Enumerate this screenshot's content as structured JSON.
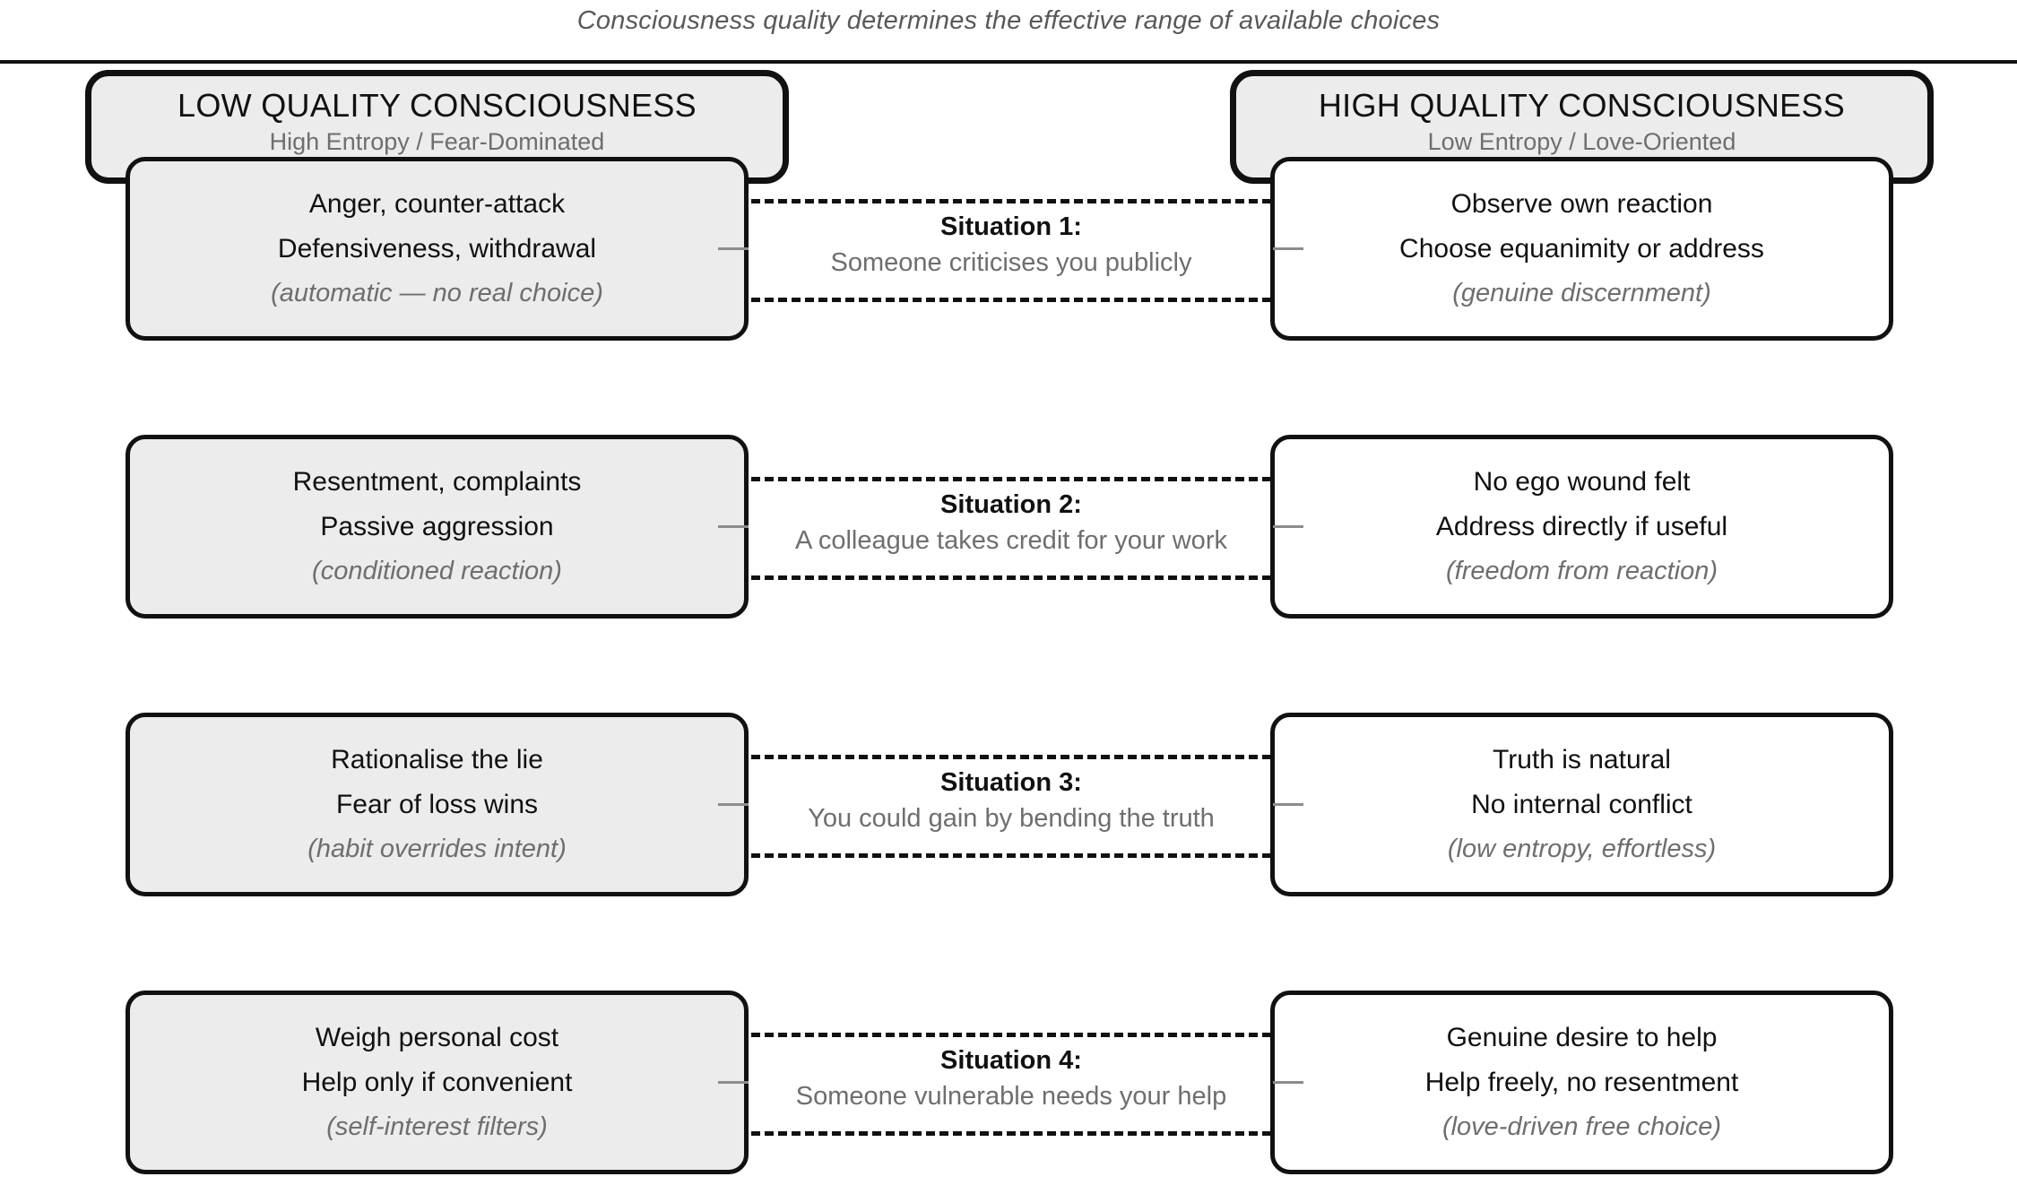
{
  "header": {
    "subtitle": "Consciousness quality determines the effective range of available choices"
  },
  "columns": {
    "low": {
      "title": "LOW QUALITY CONSCIOUSNESS",
      "subtitle": "High Entropy / Fear-Dominated"
    },
    "high": {
      "title": "HIGH QUALITY CONSCIOUSNESS",
      "subtitle": "Low Entropy / Love-Oriented"
    }
  },
  "rows": [
    {
      "situation_title": "Situation 1:",
      "situation_desc": "Someone criticises you publicly",
      "low": {
        "line1": "Anger, counter-attack",
        "line2": "Defensiveness, withdrawal",
        "note": "(automatic — no real choice)"
      },
      "high": {
        "line1": "Observe own reaction",
        "line2": "Choose equanimity or address",
        "note": "(genuine discernment)"
      }
    },
    {
      "situation_title": "Situation 2:",
      "situation_desc": "A colleague takes credit for your work",
      "low": {
        "line1": "Resentment, complaints",
        "line2": "Passive aggression",
        "note": "(conditioned reaction)"
      },
      "high": {
        "line1": "No ego wound felt",
        "line2": "Address directly if useful",
        "note": "(freedom from reaction)"
      }
    },
    {
      "situation_title": "Situation 3:",
      "situation_desc": "You could gain by bending the truth",
      "low": {
        "line1": "Rationalise the lie",
        "line2": "Fear of loss wins",
        "note": "(habit overrides intent)"
      },
      "high": {
        "line1": "Truth is natural",
        "line2": "No internal conflict",
        "note": "(low entropy, effortless)"
      }
    },
    {
      "situation_title": "Situation 4:",
      "situation_desc": "Someone vulnerable needs your help",
      "low": {
        "line1": "Weigh personal cost",
        "line2": "Help only if convenient",
        "note": "(self-interest filters)"
      },
      "high": {
        "line1": "Genuine desire to help",
        "line2": "Help freely, no resentment",
        "note": "(love-driven free choice)"
      }
    }
  ],
  "colors": {
    "ink": "#111111",
    "muted": "#6e6e6e",
    "low_fill": "#ececec",
    "high_fill": "#ffffff",
    "tick": "#8c8c8c"
  }
}
